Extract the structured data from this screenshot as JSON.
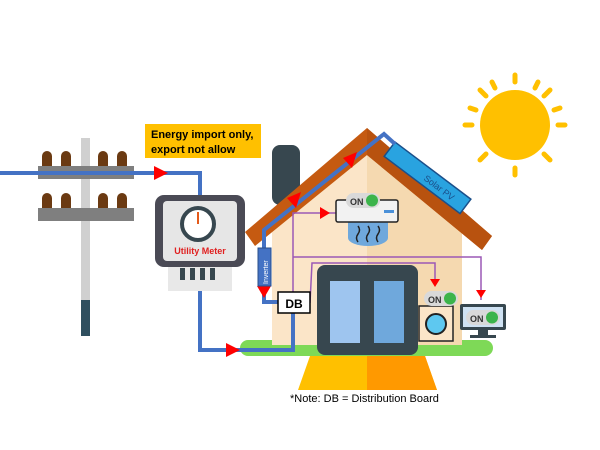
{
  "callout": {
    "line1": "Energy import only,",
    "line2": "export not allow"
  },
  "meter": {
    "label": "Utility Meter"
  },
  "solar": {
    "label": "Solar PV"
  },
  "inverter": {
    "label": "Inverter"
  },
  "db": {
    "label": "DB"
  },
  "appliances": {
    "ac_toggle": "ON",
    "washer_toggle": "ON",
    "monitor_toggle": "ON"
  },
  "note": "*Note: DB = Distribution Board",
  "colors": {
    "wire": "#4472c4",
    "arrow": "#ff0000",
    "circuit": "#9b59b6",
    "callout_bg": "#ffc000",
    "roof": "#c55a11",
    "sun": "#ffc000"
  }
}
